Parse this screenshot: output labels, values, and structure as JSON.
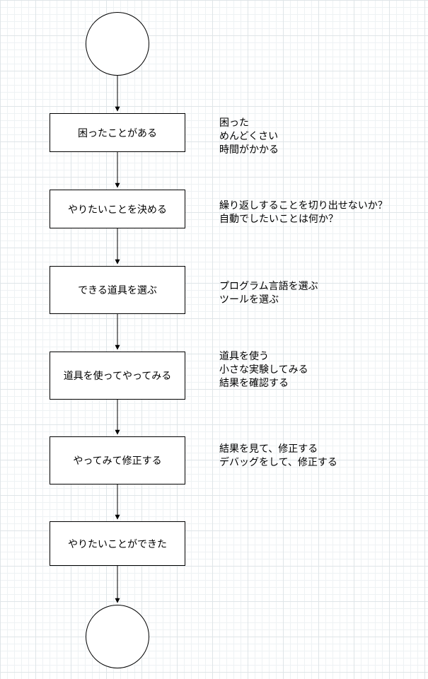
{
  "diagram": {
    "steps": [
      {
        "label": "困ったことがある",
        "note": "困った\nめんどくさい\n時間がかかる"
      },
      {
        "label": "やりたいことを決める",
        "note": "繰り返しすることを切り出せないか？\n自動でしたいことは何か？"
      },
      {
        "label": "できる道具を選ぶ",
        "note": "プログラム言語を選ぶ\nツールを選ぶ"
      },
      {
        "label": "道具を使ってやってみる",
        "note": "道具を使う\n小さな実験してみる\n結果を確認する"
      },
      {
        "label": "やってみて修正する",
        "note": "結果を見て、修正する\nデバッグをして、修正する"
      },
      {
        "label": "やりたいことができた",
        "note": ""
      }
    ],
    "colors": {
      "stroke": "#000000",
      "fill": "#ffffff",
      "grid_minor": "#eef2f4",
      "grid_major": "#dfe5e8"
    }
  }
}
